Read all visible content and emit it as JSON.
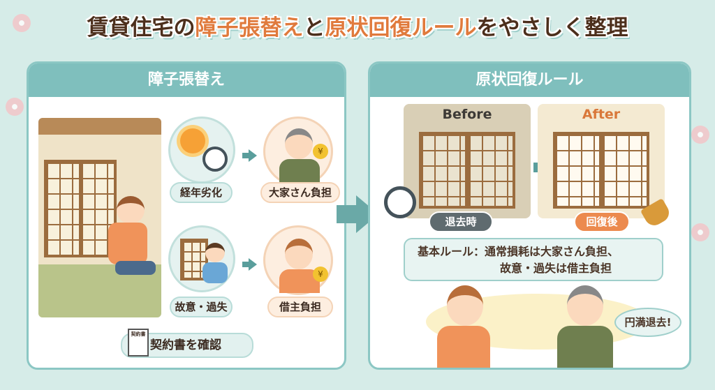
{
  "title": {
    "part1": "賃貸住宅の",
    "part2": "障子張替え",
    "part3": "と",
    "part4": "原状回復ルール",
    "part5": "をやさしく整理"
  },
  "left_panel": {
    "header": "障子張替え",
    "row1": {
      "cause": "経年劣化",
      "bearer": "大家さん負担",
      "cause_icons": [
        "sun-icon",
        "clock-icon"
      ],
      "bearer_icon": "landlord-yen-icon"
    },
    "row2": {
      "cause": "故意・過失",
      "bearer": "借主負担",
      "bearer_icon": "tenant-yen-icon"
    },
    "contract": {
      "doc_label": "契約書",
      "label": "契約書を確認"
    }
  },
  "right_panel": {
    "header": "原状回復ルール",
    "before": {
      "label": "Before",
      "tag": "退去時"
    },
    "after": {
      "label": "After",
      "tag": "回復後"
    },
    "rule_line1": "基本ルール：通常損耗は大家さん負担、",
    "rule_line2": "故意・過失は借主負担",
    "speech": "円満退去!"
  },
  "colors": {
    "accent_teal": "#7fbfbd",
    "accent_orange": "#e07a3c",
    "text_brown": "#4c2f1c",
    "background": "#d6ece8"
  }
}
